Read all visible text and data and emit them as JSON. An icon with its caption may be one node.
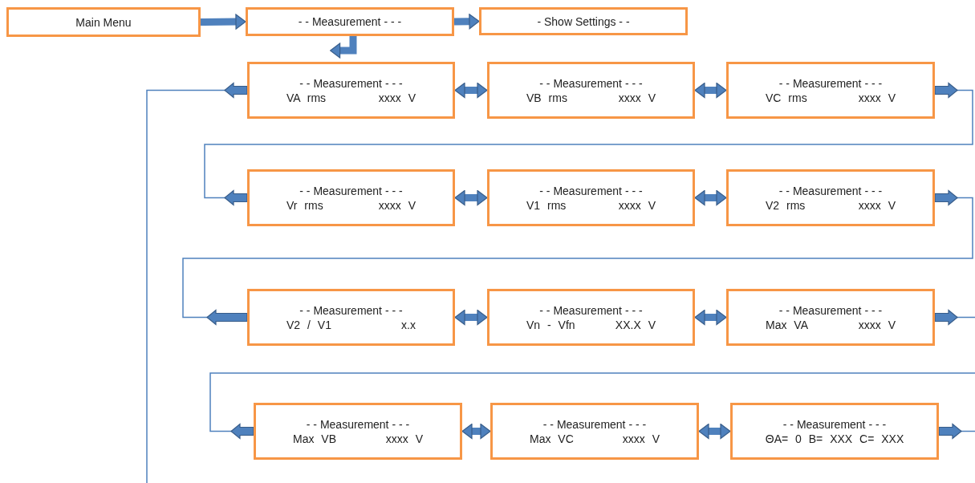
{
  "diagram": {
    "nodes": [
      {
        "text": [
          "Main Menu"
        ]
      },
      {
        "text": [
          "- - Measurement - - -"
        ]
      },
      {
        "text": [
          "- Show Settings - -"
        ]
      },
      {
        "text": [
          "- - Measurement - - -",
          "VA rms",
          "xxxx V"
        ]
      },
      {
        "text": [
          "- - Measurement - - -",
          "VB rms",
          "xxxx V"
        ]
      },
      {
        "text": [
          "- - Measurement - - -",
          "VC rms",
          "xxxx V"
        ]
      },
      {
        "text": [
          "- - Measurement - - -",
          "Vr rms",
          "xxxx V"
        ]
      },
      {
        "text": [
          "- - Measurement - - -",
          "V1 rms",
          "xxxx V"
        ]
      },
      {
        "text": [
          "- - Measurement - - -",
          "V2 rms",
          "xxxx V"
        ]
      },
      {
        "text": [
          "- - Measurement - - -",
          "V2 / V1",
          "x.x"
        ]
      },
      {
        "text": [
          "- - Measurement - - -",
          "Vn - Vfn",
          "XX.X V"
        ]
      },
      {
        "text": [
          "- - Measurement - - -",
          "Max VA",
          "xxxx V"
        ]
      },
      {
        "text": [
          "- - Measurement - - -",
          "Max VB",
          "xxxx V"
        ]
      },
      {
        "text": [
          "- - Measurement - - -",
          "Max VC",
          "xxxx V"
        ]
      },
      {
        "text": [
          "- - Measurement - - -",
          "ΘA= 0 B= XXX C= XXX"
        ]
      }
    ],
    "edges": [
      {
        "from": 0,
        "to": 1,
        "arrow": "to"
      },
      {
        "from": 1,
        "to": 2,
        "arrow": "to"
      },
      {
        "from": 1,
        "to": 3,
        "arrow": "to"
      },
      {
        "from": null,
        "to": 3,
        "arrow": "to"
      },
      {
        "from": 3,
        "to": 4,
        "arrow": "both"
      },
      {
        "from": 4,
        "to": 5,
        "arrow": "both"
      },
      {
        "from": 5,
        "to": 6,
        "arrow": "both"
      },
      {
        "from": 6,
        "to": 7,
        "arrow": "both"
      },
      {
        "from": 7,
        "to": 8,
        "arrow": "both"
      },
      {
        "from": 8,
        "to": 9,
        "arrow": "both"
      },
      {
        "from": 9,
        "to": 10,
        "arrow": "both"
      },
      {
        "from": 10,
        "to": 11,
        "arrow": "both"
      },
      {
        "from": null,
        "to": 11,
        "arrow": "to"
      },
      {
        "from": null,
        "to": 12,
        "arrow": "to"
      },
      {
        "from": 12,
        "to": 13,
        "arrow": "both"
      },
      {
        "from": 13,
        "to": 14,
        "arrow": "both"
      },
      {
        "from": null,
        "to": 14,
        "arrow": "to"
      }
    ]
  }
}
